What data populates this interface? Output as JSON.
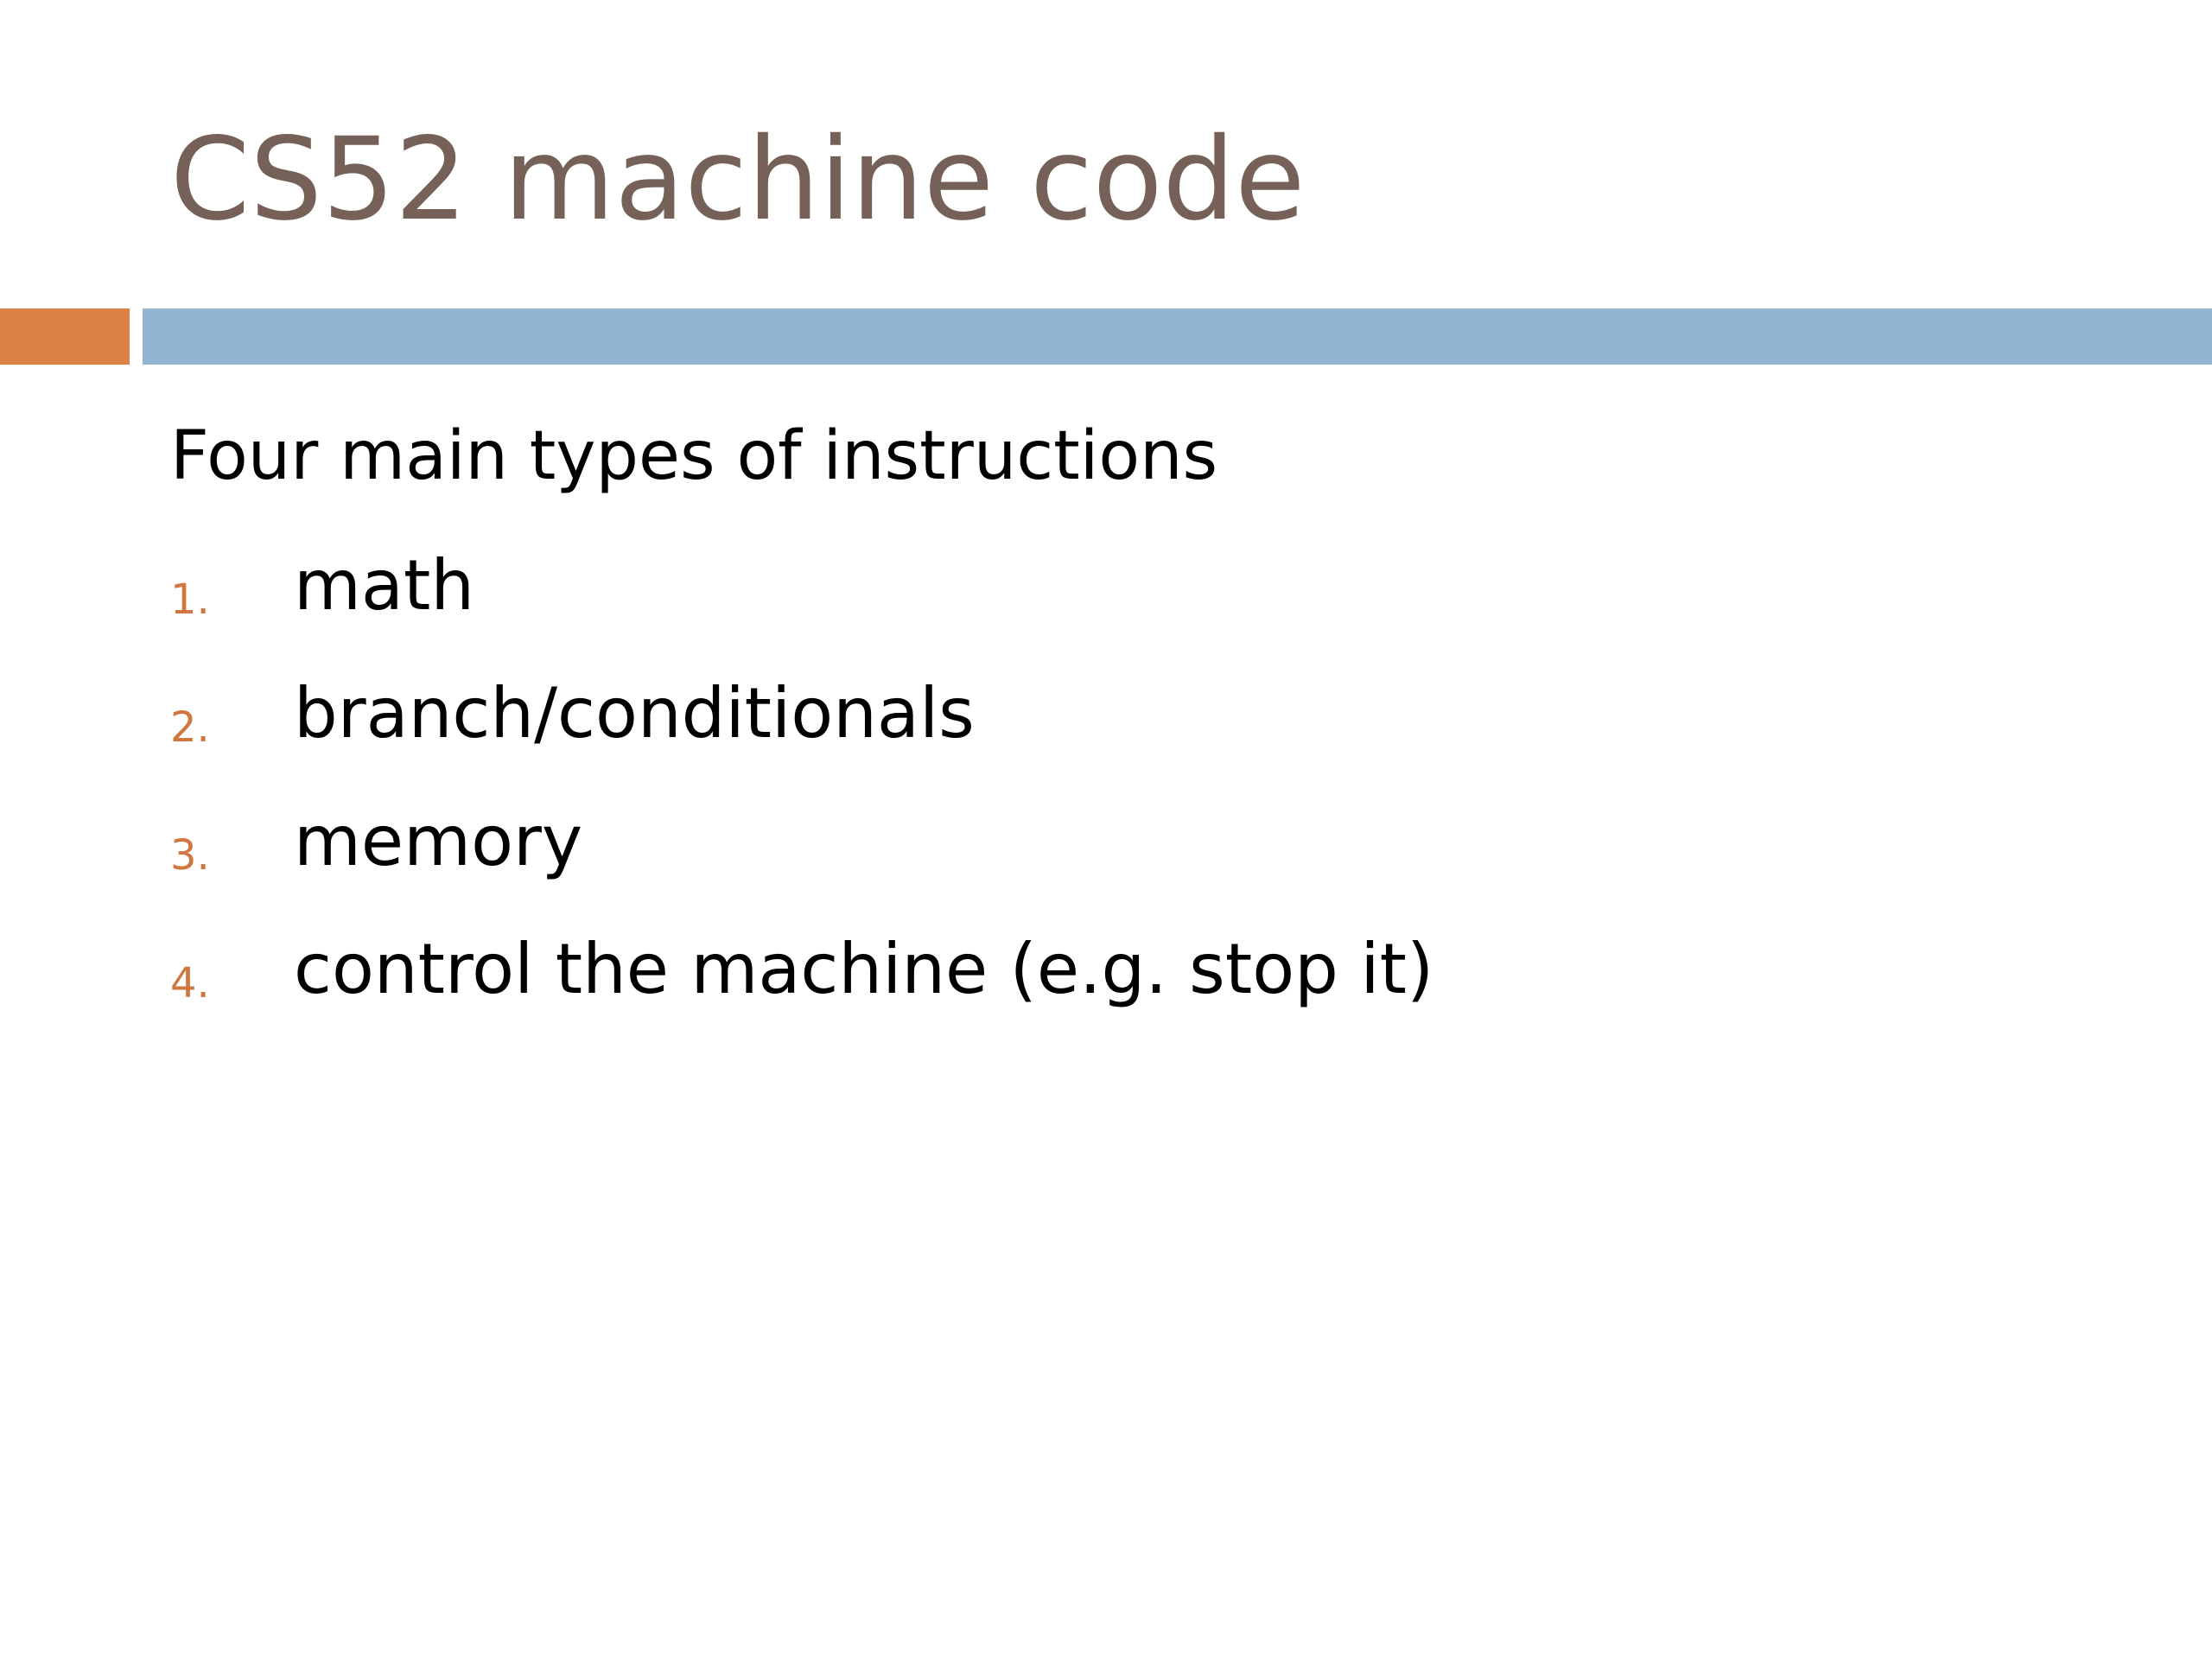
{
  "slide": {
    "title": "CS52 machine code",
    "intro": "Four main types of instructions",
    "items": [
      {
        "number": "1.",
        "text": "math"
      },
      {
        "number": "2.",
        "text": "branch/conditionals"
      },
      {
        "number": "3.",
        "text": "memory"
      },
      {
        "number": "4.",
        "text": "control the machine (e.g. stop it)"
      }
    ]
  },
  "colors": {
    "title": "#766158",
    "accent_bar": "#dd8146",
    "main_bar": "#93b5d3",
    "list_number": "#d0773f",
    "body_text": "#000000"
  }
}
